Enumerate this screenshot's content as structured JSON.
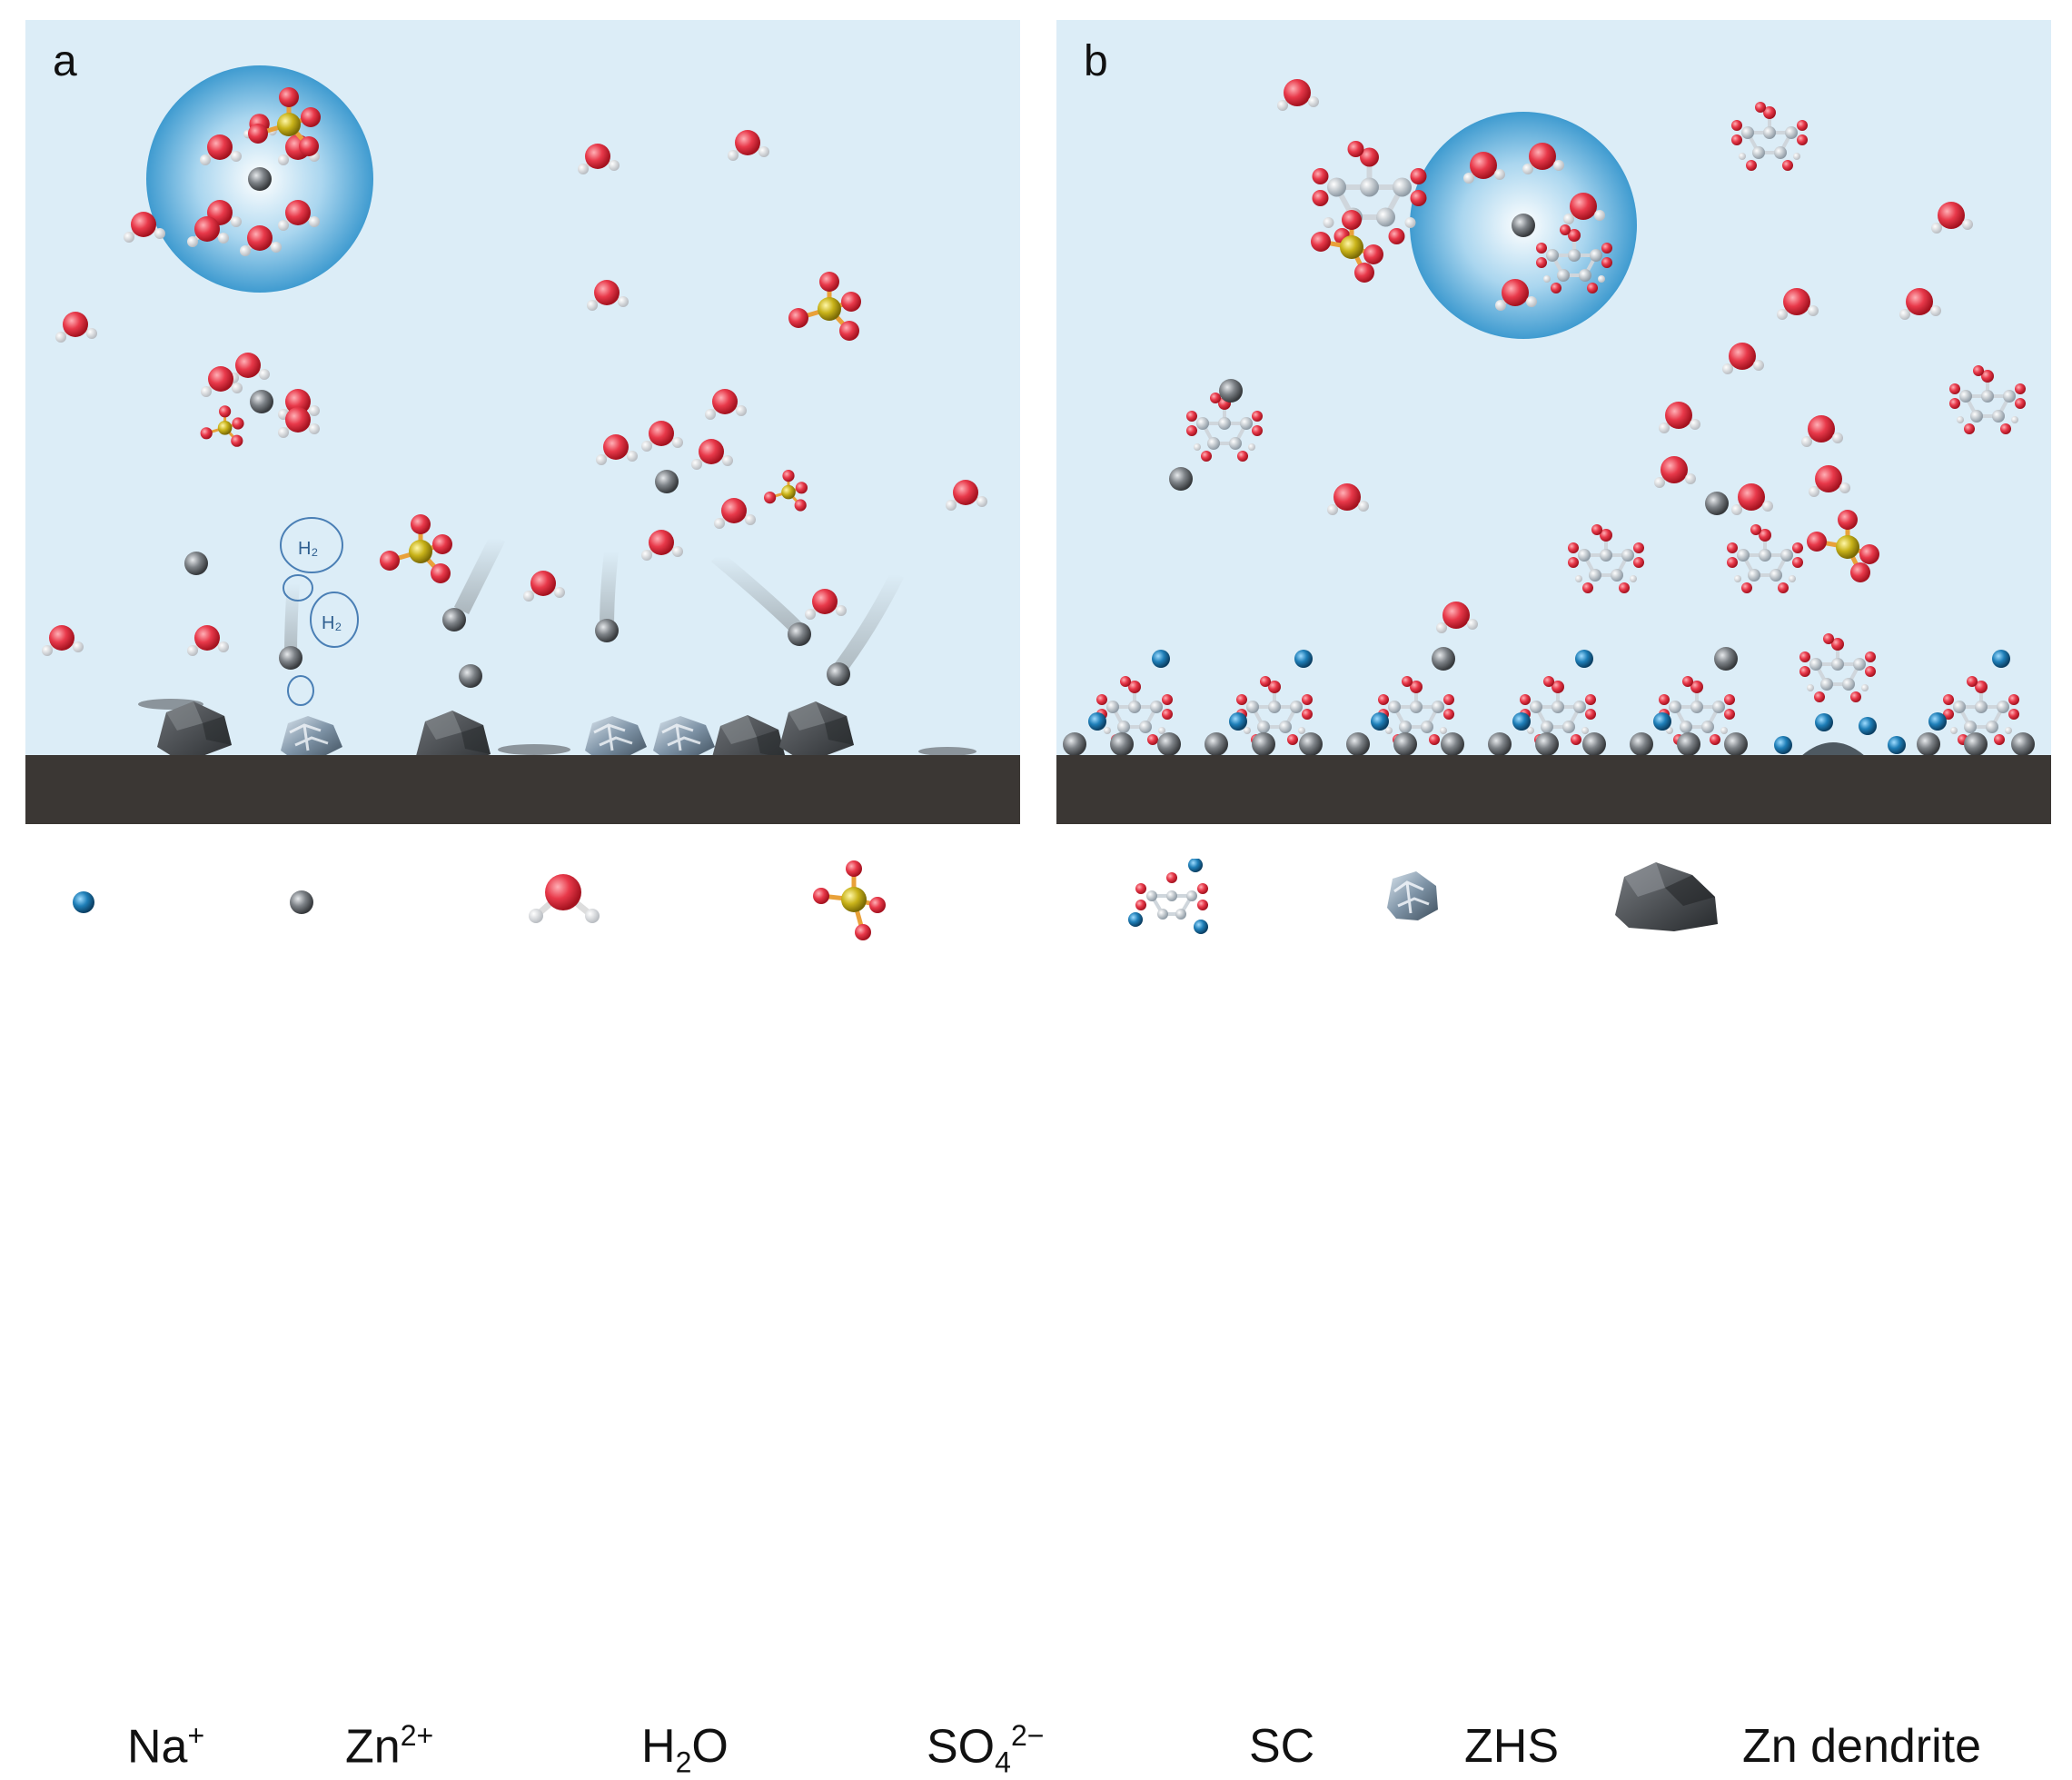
{
  "panels": {
    "a": {
      "letter": "a",
      "bubble_label": "H2"
    },
    "b": {
      "letter": "b"
    }
  },
  "legend": [
    {
      "key": "na",
      "icon": "na-ion-icon",
      "label_main": "Na",
      "label_sup": "+",
      "label_sub": ""
    },
    {
      "key": "zn",
      "icon": "zn-ion-icon",
      "label_main": "Zn",
      "label_sup": "2+",
      "label_sub": ""
    },
    {
      "key": "h2o",
      "icon": "water-molecule-icon",
      "label_main": "H",
      "label_sub": "2",
      "label_tail": "O"
    },
    {
      "key": "so4",
      "icon": "sulfate-ion-icon",
      "label_main": "SO",
      "label_sub": "4",
      "label_sup": "2−"
    },
    {
      "key": "sc",
      "icon": "sc-molecule-icon",
      "label_main": "SC"
    },
    {
      "key": "zhs",
      "icon": "zhs-crystal-icon",
      "label_main": "ZHS"
    },
    {
      "key": "dendrite",
      "icon": "zn-dendrite-icon",
      "label_main": "Zn dendrite"
    }
  ],
  "colors": {
    "background": "#dcedf7",
    "substrate": "#3b3734",
    "oxygen": "#e8394a",
    "hydrogen": "#f2f2f2",
    "sulfur": "#c9b31a",
    "zinc": "#6f7478",
    "sodium": "#1f7fb8",
    "carbon": "#b8c3cc"
  }
}
